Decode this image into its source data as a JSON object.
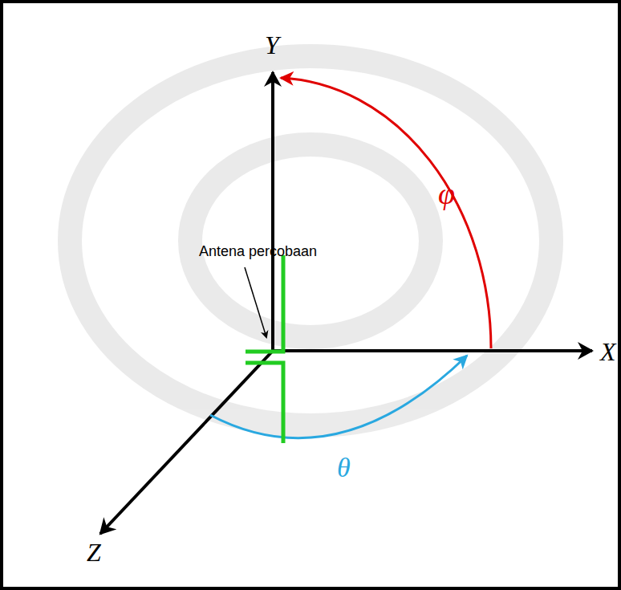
{
  "diagram": {
    "labels": [
      "Y",
      "X",
      "Z",
      "φ",
      "θ",
      "Antena percobaan"
    ]
  }
}
